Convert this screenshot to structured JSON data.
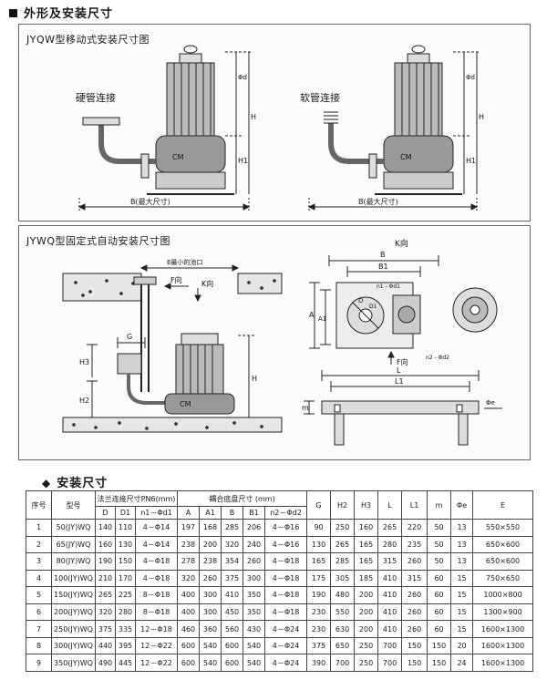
{
  "section_title": "外形及安装尺寸",
  "panel_top": {
    "title": "JYQW型移动式安装尺寸图",
    "left_label": "硬管连接",
    "right_label": "软管连接",
    "dim_left": "B(最大尺寸)",
    "dim_right": "B(最大尺寸)",
    "cm": "CM",
    "h": "H",
    "h1": "H1",
    "phi": "Φd"
  },
  "panel_bottom": {
    "title": "JYWQ型固定式自动安装尺寸图",
    "e_label": "E最小的池口",
    "f_dir": "F向",
    "k_dir": "K向",
    "k_dir_top": "K向",
    "f_dir_bottom": "F向",
    "g": "G",
    "h": "H",
    "h2": "H2",
    "h3": "H3",
    "cm": "CM",
    "b": "B",
    "b1": "B1",
    "a": "A",
    "a1": "A1",
    "n1": "n1 - Φd1",
    "n2": "n2 - Φd2",
    "d": "D",
    "d1": "D1",
    "l": "L",
    "l1": "L1",
    "m": "m",
    "phie": "Φe"
  },
  "sub_title": "安装尺寸",
  "table": {
    "headers": {
      "no": "序号",
      "model": "型号",
      "flange": "法兰连接尺寸PN6(mm)",
      "coupling": "耦合底盘尺寸",
      "coupling_unit": "(mm)",
      "g": "G",
      "h2": "H2",
      "h3": "H3",
      "l": "L",
      "l1": "L1",
      "m": "m",
      "phie": "Φe",
      "e": "E"
    },
    "subheaders": [
      "D",
      "D1",
      "n1－Φd1",
      "A",
      "A1",
      "B",
      "B1",
      "n2－Φd2"
    ],
    "rows": [
      [
        "1",
        "50(JY)WQ",
        "140",
        "110",
        "4－Φ14",
        "197",
        "168",
        "285",
        "206",
        "4－Φ16",
        "90",
        "250",
        "160",
        "265",
        "220",
        "50",
        "13",
        "550×550"
      ],
      [
        "2",
        "65(JY)WQ",
        "160",
        "130",
        "4－Φ14",
        "238",
        "200",
        "320",
        "240",
        "4－Φ16",
        "130",
        "265",
        "165",
        "280",
        "235",
        "50",
        "13",
        "650×600"
      ],
      [
        "3",
        "80(JY)WQ",
        "190",
        "150",
        "4－Φ18",
        "278",
        "238",
        "354",
        "260",
        "4－Φ18",
        "165",
        "285",
        "165",
        "315",
        "260",
        "50",
        "13",
        "650×600"
      ],
      [
        "4",
        "100(JY)WQ",
        "210",
        "170",
        "4－Φ18",
        "320",
        "260",
        "375",
        "300",
        "4－Φ18",
        "175",
        "305",
        "185",
        "410",
        "315",
        "60",
        "15",
        "750×650"
      ],
      [
        "5",
        "150(JY)WQ",
        "265",
        "225",
        "8－Φ18",
        "400",
        "300",
        "410",
        "350",
        "4－Φ18",
        "190",
        "480",
        "200",
        "410",
        "260",
        "60",
        "15",
        "1000×800"
      ],
      [
        "6",
        "200(JY)WQ",
        "320",
        "280",
        "8－Φ18",
        "400",
        "300",
        "450",
        "350",
        "4－Φ18",
        "230",
        "550",
        "200",
        "410",
        "260",
        "60",
        "15",
        "1300×900"
      ],
      [
        "7",
        "250(JY)WQ",
        "375",
        "335",
        "12－Φ18",
        "460",
        "360",
        "560",
        "430",
        "4－Φ24",
        "230",
        "630",
        "200",
        "410",
        "260",
        "60",
        "15",
        "1600×1300"
      ],
      [
        "8",
        "300(JY)WQ",
        "440",
        "395",
        "12－Φ22",
        "600",
        "540",
        "600",
        "540",
        "4－Φ24",
        "375",
        "650",
        "250",
        "700",
        "150",
        "150",
        "20",
        "1600×1300"
      ],
      [
        "9",
        "350(JY)WQ",
        "490",
        "445",
        "12－Φ22",
        "600",
        "540",
        "600",
        "540",
        "4－Φ24",
        "390",
        "700",
        "250",
        "700",
        "150",
        "150",
        "24",
        "1600×1300"
      ]
    ]
  }
}
